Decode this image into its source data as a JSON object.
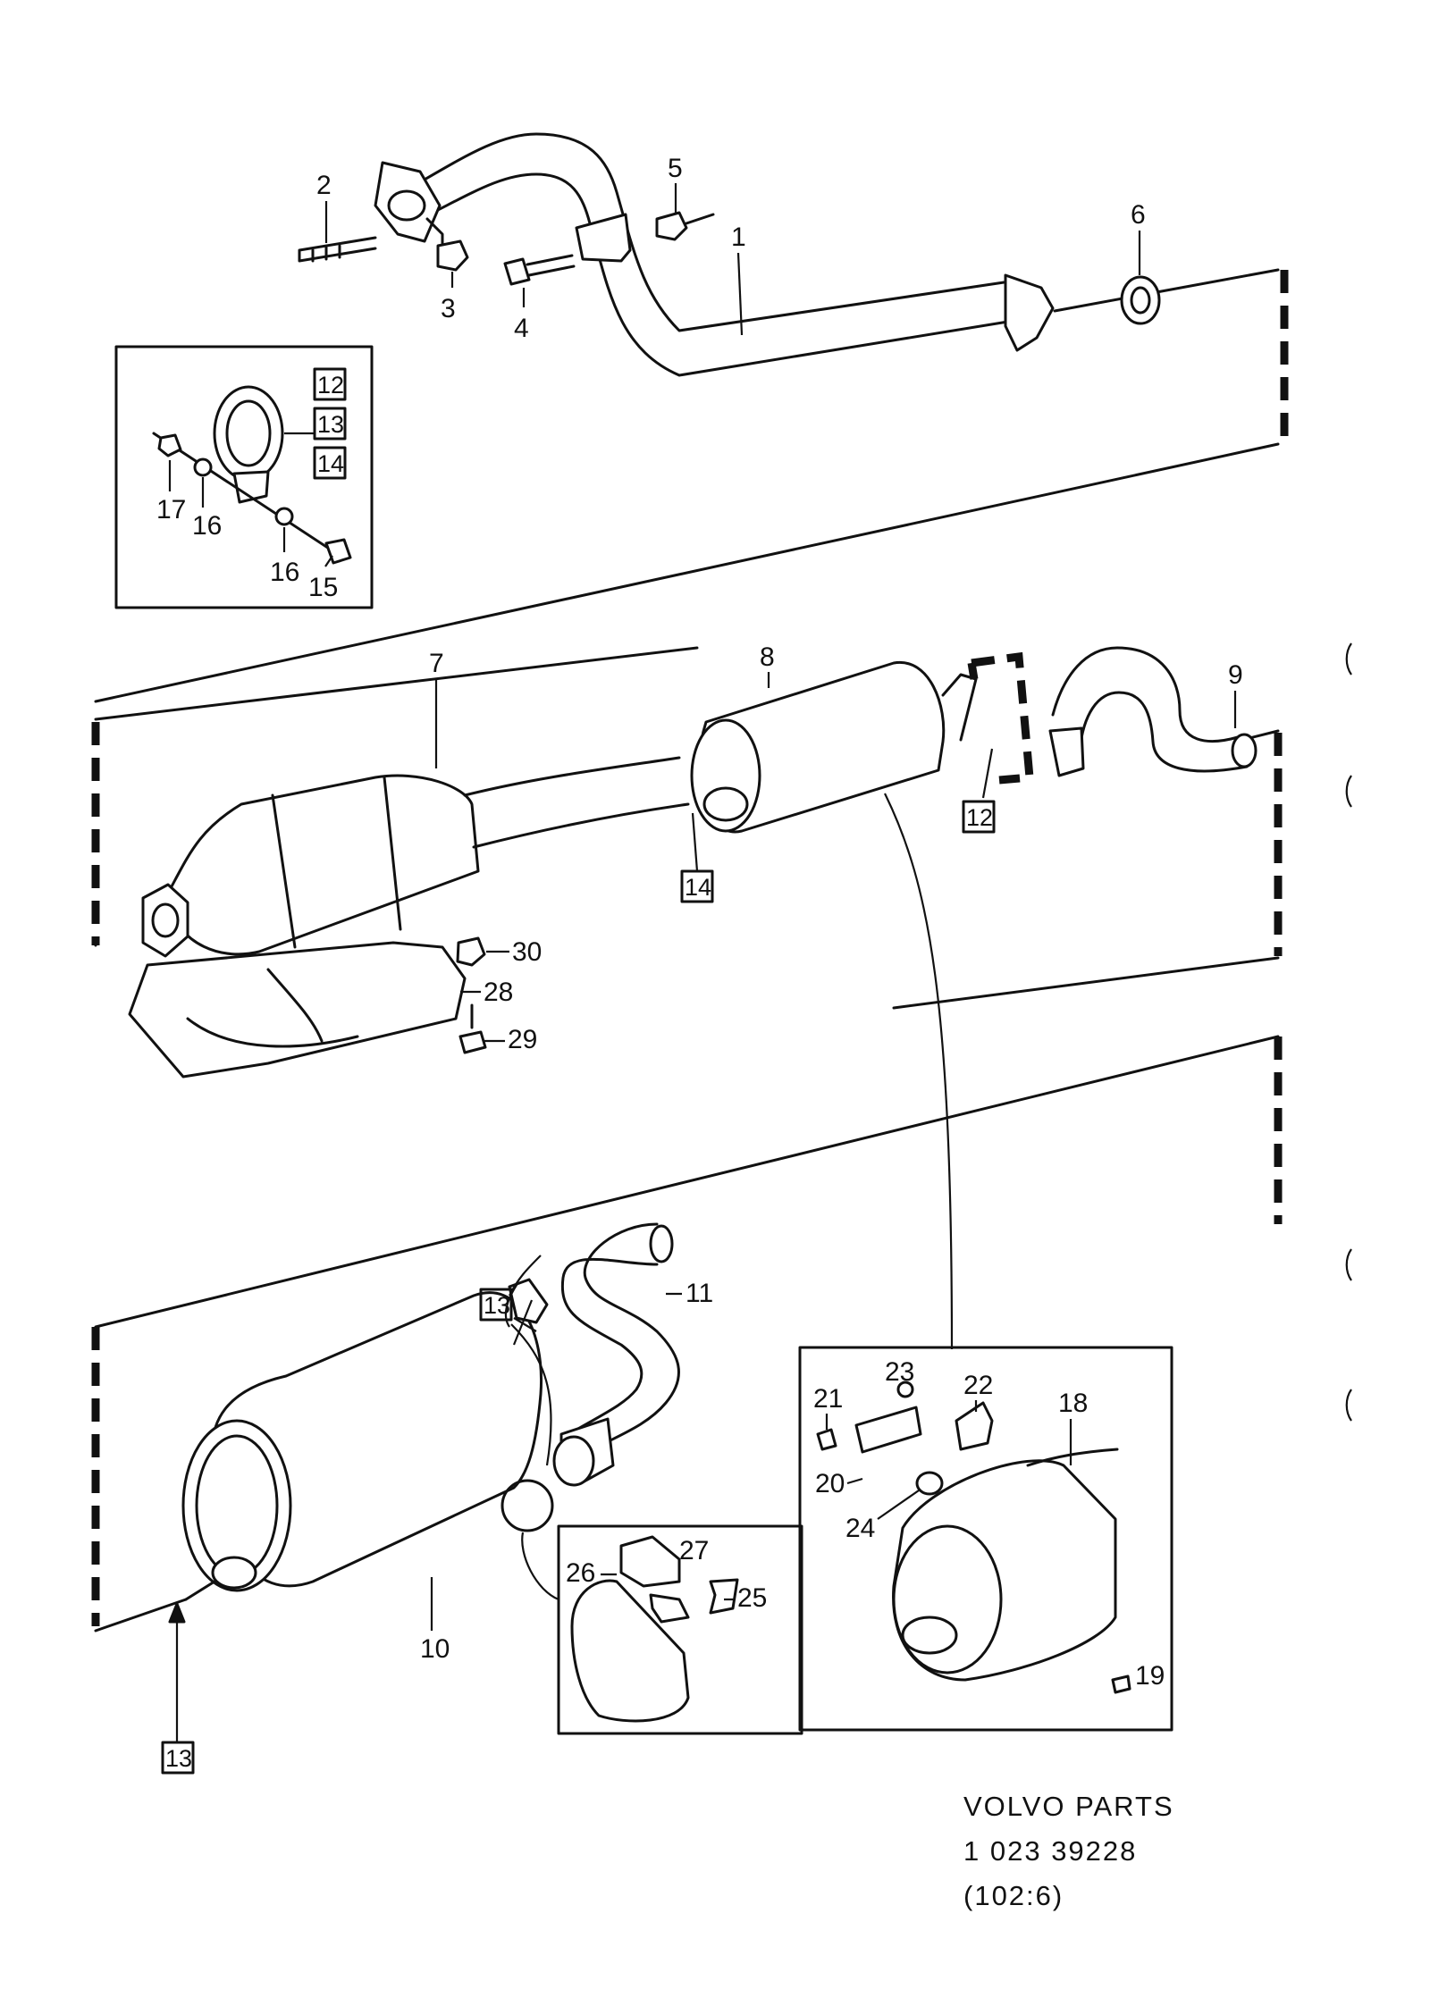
{
  "parts": [
    {
      "id": "p1",
      "label": "1"
    },
    {
      "id": "p2",
      "label": "2"
    },
    {
      "id": "p3",
      "label": "3"
    },
    {
      "id": "p4",
      "label": "4"
    },
    {
      "id": "p5",
      "label": "5"
    },
    {
      "id": "p6",
      "label": "6"
    },
    {
      "id": "p7",
      "label": "7"
    },
    {
      "id": "p8",
      "label": "8"
    },
    {
      "id": "p9",
      "label": "9"
    },
    {
      "id": "p10",
      "label": "10"
    },
    {
      "id": "p11",
      "label": "11"
    },
    {
      "id": "p15",
      "label": "15"
    },
    {
      "id": "p16a",
      "label": "16"
    },
    {
      "id": "p16b",
      "label": "16"
    },
    {
      "id": "p17",
      "label": "17"
    },
    {
      "id": "p18",
      "label": "18"
    },
    {
      "id": "p19",
      "label": "19"
    },
    {
      "id": "p20",
      "label": "20"
    },
    {
      "id": "p21",
      "label": "21"
    },
    {
      "id": "p22",
      "label": "22"
    },
    {
      "id": "p23",
      "label": "23"
    },
    {
      "id": "p24",
      "label": "24"
    },
    {
      "id": "p25",
      "label": "25"
    },
    {
      "id": "p26",
      "label": "26"
    },
    {
      "id": "p27",
      "label": "27"
    },
    {
      "id": "p28",
      "label": "28"
    },
    {
      "id": "p29",
      "label": "29"
    },
    {
      "id": "p30",
      "label": "30"
    }
  ],
  "boxed_refs": [
    {
      "id": "b12a",
      "label": "12"
    },
    {
      "id": "b13a",
      "label": "13"
    },
    {
      "id": "b14a",
      "label": "14"
    },
    {
      "id": "b14b",
      "label": "14"
    },
    {
      "id": "b12b",
      "label": "12"
    },
    {
      "id": "b13b",
      "label": "13"
    },
    {
      "id": "b13c",
      "label": "13"
    }
  ],
  "caption": {
    "line1": "VOLVO  PARTS",
    "line2": "1  023   39228",
    "line3": "(102:6)"
  }
}
